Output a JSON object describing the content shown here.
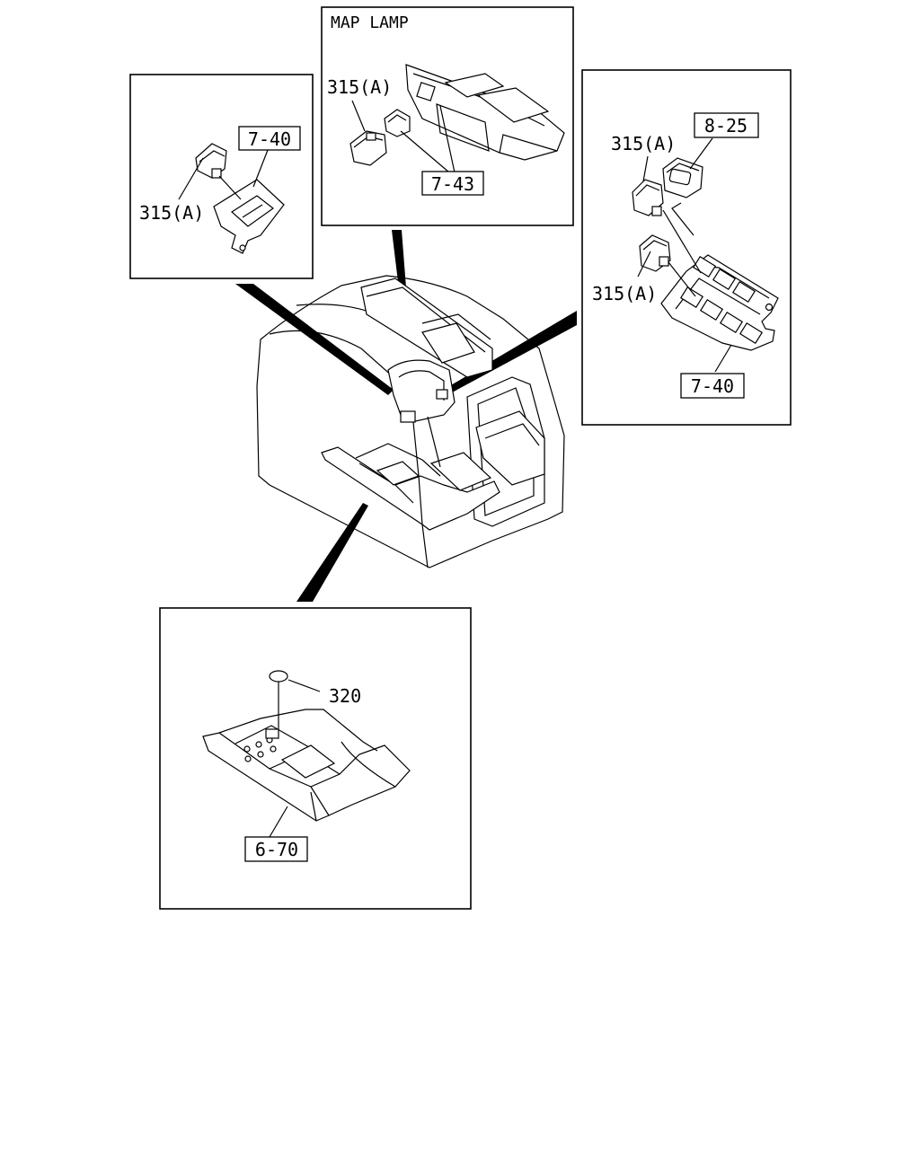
{
  "labels": {
    "map_lamp_title": "MAP LAMP",
    "topleft_ref": "7-40",
    "topleft_part": "315(A)",
    "top_part": "315(A)",
    "top_ref": "7-43",
    "right_ref_top": "8-25",
    "right_part_upper": "315(A)",
    "right_part_lower": "315(A)",
    "right_ref_bottom": "7-40",
    "bottom_part": "320",
    "bottom_ref": "6-70"
  }
}
